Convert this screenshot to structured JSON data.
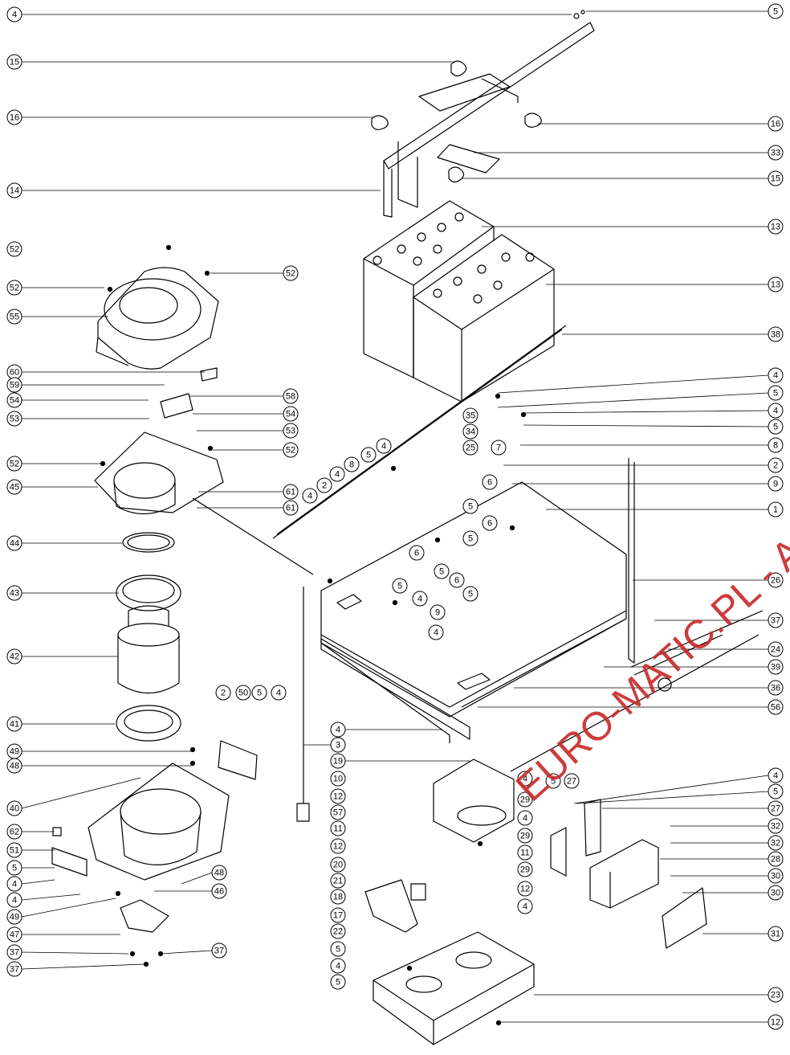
{
  "watermark": "EURO-MATIC.PL - A",
  "callouts": [
    {
      "n": "4"
    },
    {
      "n": "15"
    },
    {
      "n": "16"
    },
    {
      "n": "14"
    },
    {
      "n": "52"
    },
    {
      "n": "52"
    },
    {
      "n": "55"
    },
    {
      "n": "60"
    },
    {
      "n": "59"
    },
    {
      "n": "54"
    },
    {
      "n": "53"
    },
    {
      "n": "52"
    },
    {
      "n": "45"
    },
    {
      "n": "44"
    },
    {
      "n": "43"
    },
    {
      "n": "42"
    },
    {
      "n": "41"
    },
    {
      "n": "49"
    },
    {
      "n": "48"
    },
    {
      "n": "40"
    },
    {
      "n": "62"
    },
    {
      "n": "51"
    },
    {
      "n": "5"
    },
    {
      "n": "4"
    },
    {
      "n": "4"
    },
    {
      "n": "49"
    },
    {
      "n": "47"
    },
    {
      "n": "37"
    },
    {
      "n": "37"
    },
    {
      "n": "5"
    },
    {
      "n": "16"
    },
    {
      "n": "33"
    },
    {
      "n": "15"
    },
    {
      "n": "13"
    },
    {
      "n": "52"
    },
    {
      "n": "13"
    },
    {
      "n": "38"
    },
    {
      "n": "4"
    },
    {
      "n": "5"
    },
    {
      "n": "4"
    },
    {
      "n": "5"
    },
    {
      "n": "8"
    },
    {
      "n": "2"
    },
    {
      "n": "9"
    },
    {
      "n": "1"
    },
    {
      "n": "26"
    },
    {
      "n": "37"
    },
    {
      "n": "24"
    },
    {
      "n": "39"
    },
    {
      "n": "36"
    },
    {
      "n": "56"
    },
    {
      "n": "4"
    },
    {
      "n": "5"
    },
    {
      "n": "27"
    },
    {
      "n": "32"
    },
    {
      "n": "32"
    },
    {
      "n": "28"
    },
    {
      "n": "30"
    },
    {
      "n": "30"
    },
    {
      "n": "31"
    },
    {
      "n": "23"
    },
    {
      "n": "12"
    },
    {
      "n": "58"
    },
    {
      "n": "54"
    },
    {
      "n": "53"
    },
    {
      "n": "52"
    },
    {
      "n": "61"
    },
    {
      "n": "61"
    },
    {
      "n": "48"
    },
    {
      "n": "46"
    },
    {
      "n": "37"
    },
    {
      "n": "35"
    },
    {
      "n": "34"
    },
    {
      "n": "25"
    },
    {
      "n": "4"
    },
    {
      "n": "5"
    },
    {
      "n": "8"
    },
    {
      "n": "4"
    },
    {
      "n": "2"
    },
    {
      "n": "4"
    },
    {
      "n": "7"
    },
    {
      "n": "6"
    },
    {
      "n": "5"
    },
    {
      "n": "6"
    },
    {
      "n": "5"
    },
    {
      "n": "6"
    },
    {
      "n": "5"
    },
    {
      "n": "6"
    },
    {
      "n": "5"
    },
    {
      "n": "5"
    },
    {
      "n": "4"
    },
    {
      "n": "9"
    },
    {
      "n": "4"
    },
    {
      "n": "2"
    },
    {
      "n": "50"
    },
    {
      "n": "5"
    },
    {
      "n": "4"
    },
    {
      "n": "4"
    },
    {
      "n": "3"
    },
    {
      "n": "19"
    },
    {
      "n": "10"
    },
    {
      "n": "12"
    },
    {
      "n": "57"
    },
    {
      "n": "11"
    },
    {
      "n": "12"
    },
    {
      "n": "20"
    },
    {
      "n": "21"
    },
    {
      "n": "18"
    },
    {
      "n": "17"
    },
    {
      "n": "22"
    },
    {
      "n": "5"
    },
    {
      "n": "4"
    },
    {
      "n": "5"
    },
    {
      "n": "4"
    },
    {
      "n": "5"
    },
    {
      "n": "27"
    },
    {
      "n": "29"
    },
    {
      "n": "4"
    },
    {
      "n": "29"
    },
    {
      "n": "11"
    },
    {
      "n": "29"
    },
    {
      "n": "12"
    },
    {
      "n": "4"
    },
    {
      "n": "5"
    }
  ]
}
